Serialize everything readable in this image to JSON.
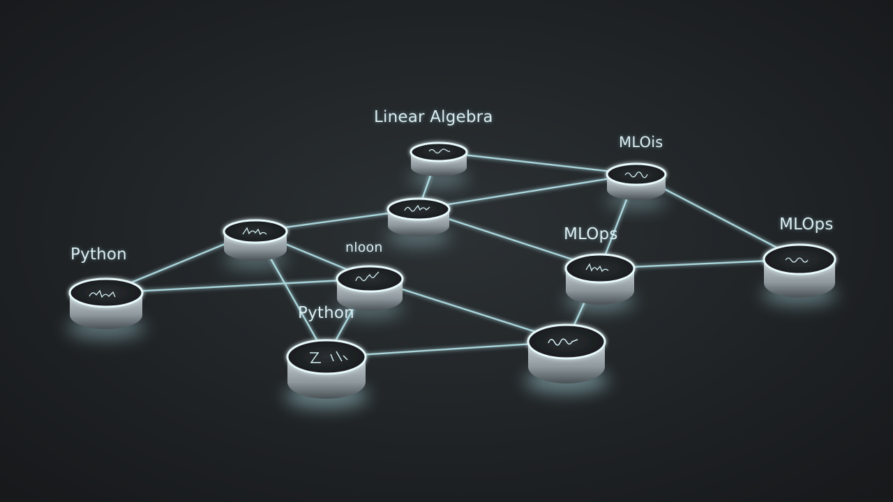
{
  "labels": {
    "linear_algebra": "Linear Algebra",
    "mlois": "MLOis",
    "mlops_right": "MLOps",
    "mlops_middle": "MLOps",
    "python_left": "Python",
    "nloon": "nloon",
    "python_middle": "Python"
  },
  "colors": {
    "background": "#1d2022",
    "glow": "#bff2f7",
    "line": "#b9e9ef",
    "label": "#dceef2"
  },
  "nodes": [
    "top-node",
    "center-node",
    "left-upper-node",
    "python-left-node",
    "middle-node",
    "python-bottom-node",
    "mlois-node",
    "mlops-middle-node",
    "bottom-right-node",
    "mlops-right-node"
  ]
}
